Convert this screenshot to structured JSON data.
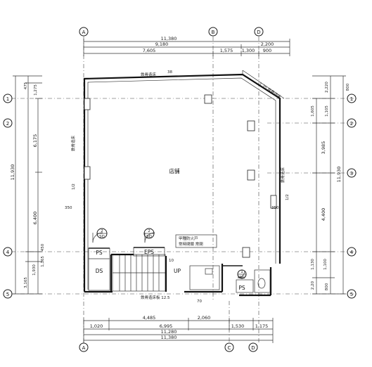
{
  "grid_labels": {
    "top": [
      "A",
      "B",
      "D"
    ],
    "bottom": [
      "A",
      "C",
      "D"
    ],
    "left": [
      "1",
      "2",
      "4",
      "5"
    ],
    "right": [
      "1",
      "2",
      "3",
      "4",
      "5"
    ]
  },
  "dimensions_top": {
    "overall": "11,380",
    "row2_a": "9,180",
    "row2_b": "2,200",
    "row3_a": "7,605",
    "row3_b": "1,575",
    "row3_c": "1,300",
    "row3_d": "900"
  },
  "dimensions_bottom": {
    "overall_a": "11,380",
    "overall_b": "11,280",
    "row1_a": "1,020",
    "row1_b": "6,995",
    "row1_c": "1,530",
    "row1_d": "1,175",
    "row2_a": "4,485",
    "row2_b": "2,060"
  },
  "dimensions_left": {
    "overall": "11,930",
    "a": "1,275",
    "b": "6,175",
    "c": "6,400",
    "d": "1,930",
    "e": "1,165",
    "f": "450",
    "g": "3,165",
    "h": "475"
  },
  "dimensions_right": {
    "overall": "11,930",
    "a": "2,220",
    "b": "1,605",
    "c": "1,105",
    "d": "3,985",
    "e": "4,400",
    "f": "1,100",
    "g": "1,130",
    "h": "800",
    "i": "2,20"
  },
  "room_labels": {
    "main": "店舗",
    "ps_left": "PS",
    "ds": "DS",
    "eps": "EPS",
    "up": "UP",
    "ps_right": "PS",
    "wc": "WC",
    "sd_left_num": "2",
    "sd_left": "SD",
    "sd_mid_num": "2",
    "sd_mid": "SD",
    "wc_num": "1"
  },
  "notes": {
    "fire_shutter": "甲種防火戸",
    "fire_shutter_2": "常時閉鎖 常閉",
    "top_wall": "鉄骨造床",
    "top_wall_2": "38",
    "diag_wall": "1.35 鉄骨造床",
    "left_wall": "鉄骨造床",
    "right_wall": "鉄骨造床",
    "bottom_wall": "鉄骨造床板 12.5",
    "inner_a": "1/2",
    "inner_b": "350",
    "inner_c": "350",
    "inner_d": "10",
    "inner_e": "1/2",
    "bottom_small": "70"
  }
}
